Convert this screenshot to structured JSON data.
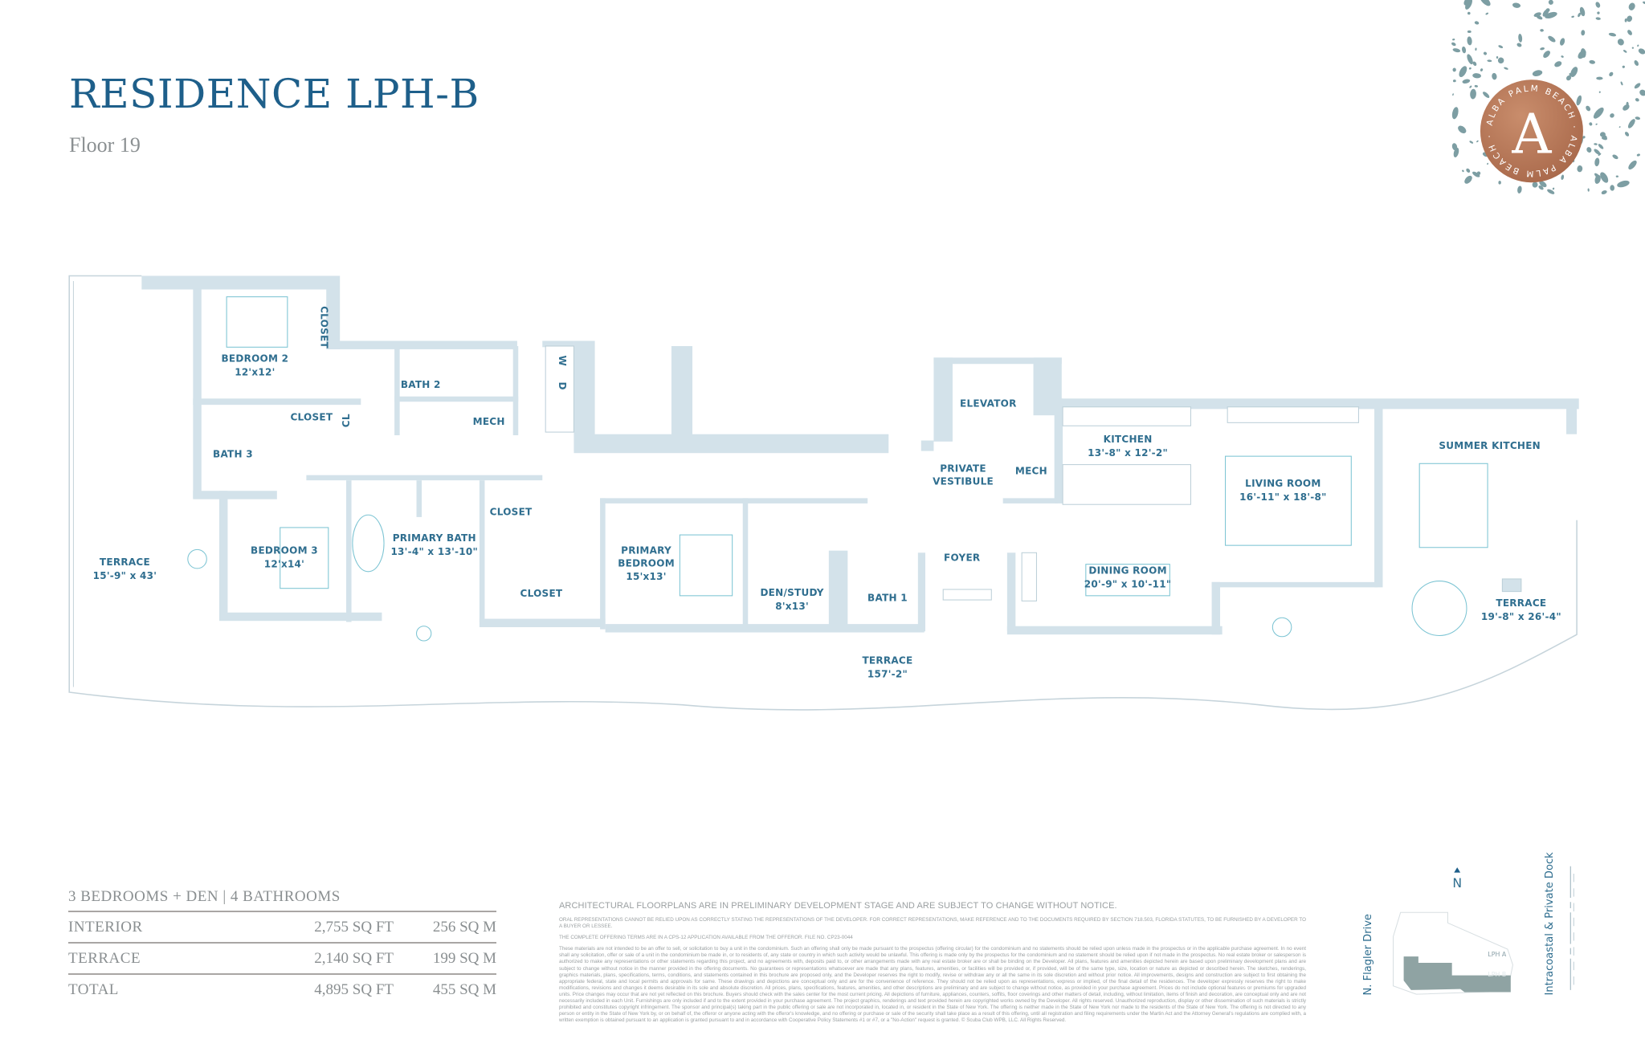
{
  "header": {
    "title": "RESIDENCE LPH-B",
    "floor": "Floor 19"
  },
  "logo": {
    "letter": "A",
    "ring_text": "ALBA PALM BEACH · ALBA PALM BEACH ·",
    "colors": {
      "badge": "#b87858",
      "speckle": "#7d9ea3"
    }
  },
  "rooms": {
    "bedroom2": {
      "name": "BEDROOM 2",
      "size": "12'x12'"
    },
    "closet_b2": "CLOSET",
    "bath2": "BATH 2",
    "wd_w": "W",
    "wd_d": "D",
    "closet_hall": "CLOSET",
    "cl": "CL",
    "mech1": "MECH",
    "bath3": "BATH 3",
    "terrace_west": {
      "name": "TERRACE",
      "size": "15'-9\" x 43'"
    },
    "bedroom3": {
      "name": "BEDROOM 3",
      "size": "12'x14'"
    },
    "primary_bath": {
      "name": "PRIMARY BATH",
      "size": "13'-4\" x 13'-10\""
    },
    "closet_pb1": "CLOSET",
    "closet_pb2": "CLOSET",
    "primary_bedroom": {
      "line1": "PRIMARY",
      "line2": "BEDROOM",
      "size": "15'x13'"
    },
    "den": {
      "name": "DEN/STUDY",
      "size": "8'x13'"
    },
    "bath1": "BATH 1",
    "elevator": "ELEVATOR",
    "vestibule": {
      "line1": "PRIVATE",
      "line2": "VESTIBULE"
    },
    "mech2": "MECH",
    "foyer": "FOYER",
    "kitchen": {
      "name": "KITCHEN",
      "size": "13'-8\" x 12'-2\""
    },
    "living": {
      "name": "LIVING ROOM",
      "size": "16'-11\" x 18'-8\""
    },
    "dining": {
      "name": "DINING ROOM",
      "size": "20'-9\" x 10'-11\""
    },
    "summer_kitchen": "SUMMER KITCHEN",
    "terrace_east": {
      "name": "TERRACE",
      "size": "19'-8\" x 26'-4\""
    },
    "terrace_south": {
      "name": "TERRACE",
      "size": "157'-2\""
    }
  },
  "stats": {
    "summary": "3 BEDROOMS + DEN  |  4 BATHROOMS",
    "rows": [
      {
        "label": "INTERIOR",
        "sqft": "2,755 SQ FT",
        "sqm": "256 SQ M"
      },
      {
        "label": "TERRACE",
        "sqft": "2,140 SQ FT",
        "sqm": "199 SQ M"
      },
      {
        "label": "TOTAL",
        "sqft": "4,895 SQ FT",
        "sqm": "455 SQ M"
      }
    ]
  },
  "disclaimer": {
    "heading": "ARCHITECTURAL FLOORPLANS ARE IN PRELIMINARY DEVELOPMENT STAGE AND ARE SUBJECT TO CHANGE WITHOUT NOTICE.",
    "oral": "ORAL REPRESENTATIONS CANNOT BE RELIED UPON AS CORRECTLY STATING THE REPRESENTATIONS OF THE DEVELOPER. FOR CORRECT REPRESENTATIONS, MAKE REFERENCE AND TO THE DOCUMENTS REQUIRED BY SECTION 718.503, FLORIDA STATUTES, TO BE FURNISHED BY A DEVELOPER TO A BUYER OR LESSEE.",
    "offering": "THE COMPLETE OFFERING TERMS ARE IN A CPS-12 APPLICATION AVAILABLE FROM THE OFFEROR. FILE NO. CP23-0044",
    "body": "These materials are not intended to be an offer to sell, or solicitation to buy a unit in the condominium. Such an offering shall only be made pursuant to the prospectus (offering circular) for the condominium and no statements should be relied upon unless made in the prospectus or in the applicable purchase agreement. In no event shall any solicitation, offer or sale of a unit in the condominium be made in, or to residents of, any state or country in which such activity would be unlawful. This offering is made only by the prospectus for the condominium and no statement should be relied upon if not made in the prospectus. No real estate broker or salesperson is authorized to make any representations or other statements regarding this project, and no agreements with, deposits paid to, or other arrangements made with any real estate broker are or shall be binding on the Developer. All plans, features and amenities depicted herein are based upon preliminary development plans and are subject to change without notice in the manner provided in the offering documents. No guarantees or representations whatsoever are made that any plans, features, amenities, or facilities will be provided or, if provided, will be of the same type, size, location or nature as depicted or described herein. The sketches, renderings, graphics materials, plans, specifications, terms, conditions, and statements contained in this brochure are proposed only, and the Developer reserves the right to modify, revise or withdraw any or all the same in its sole discretion and without prior notice. All improvements, designs and construction are subject to first obtaining the appropriate federal, state and local permits and approvals for same. These drawings and depictions are conceptual only and are for the convenience of reference. They should not be relied upon as representations, express or implied, of the final detail of the residences. The developer expressly reserves the right to make modifications, revisions and changes it deems desirable in its sole and absolute discretion. All prices, plans, specifications, features, amenities, and other descriptions are preliminary and are subject to change without notice, as provided in your purchase agreement. Prices do not include optional features or premiums for upgraded units. Price changes may occur that are not yet reflected on this brochure. Buyers should check with the sales center for the most current pricing. All depictions of furniture, appliances, counters, soffits, floor coverings and other matters of detail, including, without limitation, items of finish and decoration, are conceptual only and are not necessarily included in each Unit. Furnishings are only included if and to the extent provided in your purchase agreement. The project graphics, renderings and text provided herein are copyrighted works owned by the Developer. All rights reserved. Unauthorized reproduction, display or other dissemination of such materials is strictly prohibited and constitutes copyright infringement. The sponsor and principal(s) taking part in the public offering or sale are not incorporated in, located in, or resident in the State of New York. The offering is neither made in the State of New York nor made to the residents of the State of New York. The offering is not directed to any person or entity in the State of New York by, or on behalf of, the offeror or anyone acting with the offeror's knowledge, and no offering or purchase or sale of the security shall take place as a result of this offering, until all registration and filing requirements under the Martin Act and the Attorney General's regulations are complied with, a written exemption is obtained pursuant to an application is granted pursuant to and in accordance with Cooperative Policy Statements #1 or #7, or a \"No-Action\" request is granted. © Scuba Club WPB, LLC. All Rights Reserved."
  },
  "keyplan": {
    "north": "N",
    "street_west": "N. Flagler Drive",
    "street_east": "Intracoastal & Private Dock",
    "unit_a": "LPH A",
    "unit_b": "LPH B",
    "highlight_color": "#8fa3a3"
  }
}
